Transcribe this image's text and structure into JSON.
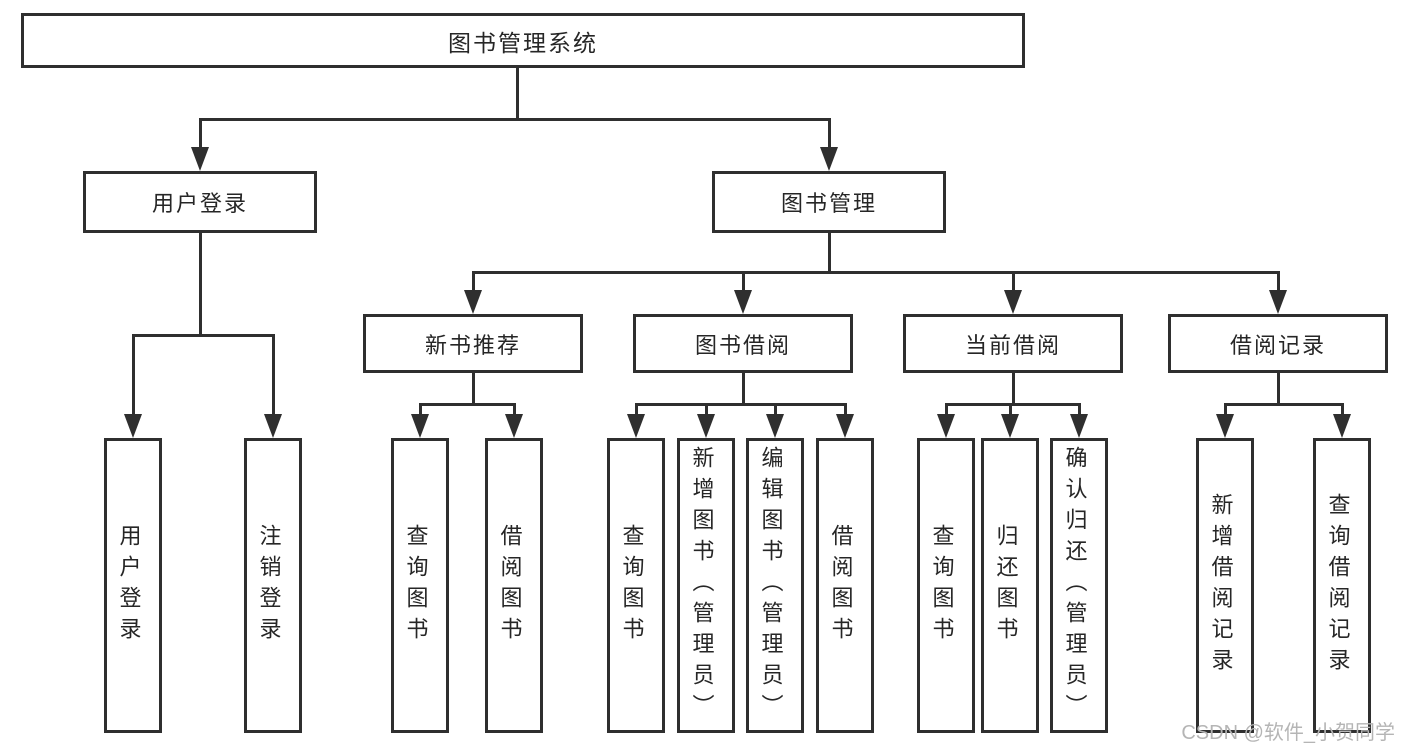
{
  "tree": {
    "label": "图书管理系统",
    "children": [
      {
        "label": "用户登录",
        "children": [
          {
            "label": "用户登录"
          },
          {
            "label": "注销登录"
          }
        ]
      },
      {
        "label": "图书管理",
        "children": [
          {
            "label": "新书推荐",
            "children": [
              {
                "label": "查询图书"
              },
              {
                "label": "借阅图书"
              }
            ]
          },
          {
            "label": "图书借阅",
            "children": [
              {
                "label": "查询图书"
              },
              {
                "label": "新增图书（管理员）"
              },
              {
                "label": "编辑图书（管理员）"
              },
              {
                "label": "借阅图书"
              }
            ]
          },
          {
            "label": "当前借阅",
            "children": [
              {
                "label": "查询图书"
              },
              {
                "label": "归还图书"
              },
              {
                "label": "确认归还（管理员）"
              }
            ]
          },
          {
            "label": "借阅记录",
            "children": [
              {
                "label": "新增借阅记录"
              },
              {
                "label": "查询借阅记录"
              }
            ]
          }
        ]
      }
    ]
  },
  "watermark": {
    "text": "CSDN @软件_小贺同学"
  },
  "colors": {
    "line": "#2f2f2f",
    "text": "#262626",
    "background": "#ffffff",
    "watermark": "#b5b5b5"
  }
}
